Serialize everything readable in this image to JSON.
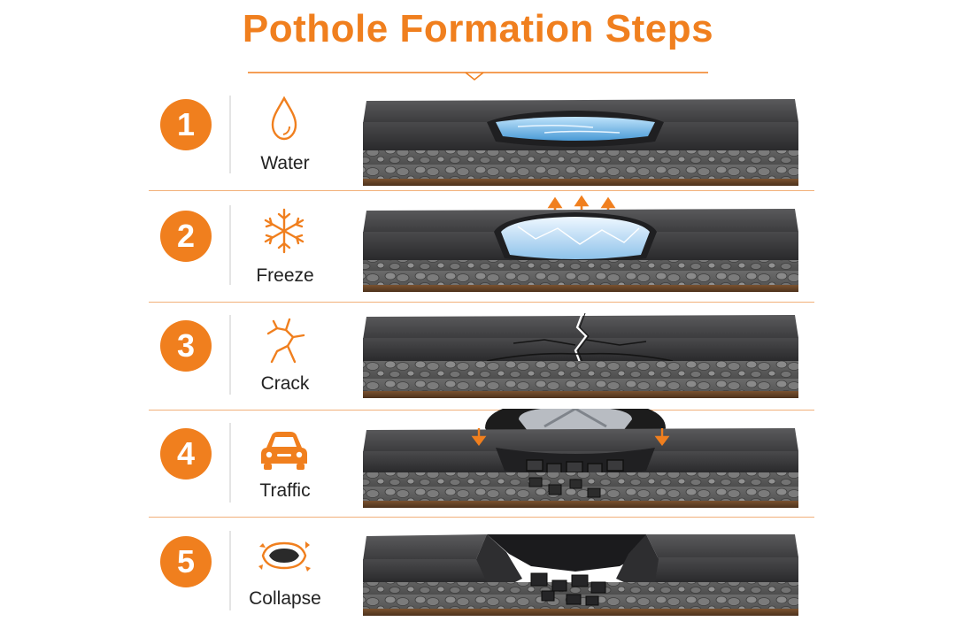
{
  "title": "Pothole Formation Steps",
  "accent_color": "#F07F1E",
  "steps": [
    {
      "number": "1",
      "label": "Water",
      "icon": "water-drop-icon"
    },
    {
      "number": "2",
      "label": "Freeze",
      "icon": "snowflake-icon"
    },
    {
      "number": "3",
      "label": "Crack",
      "icon": "crack-icon"
    },
    {
      "number": "4",
      "label": "Traffic",
      "icon": "car-icon"
    },
    {
      "number": "5",
      "label": "Collapse",
      "icon": "collapse-icon"
    }
  ]
}
